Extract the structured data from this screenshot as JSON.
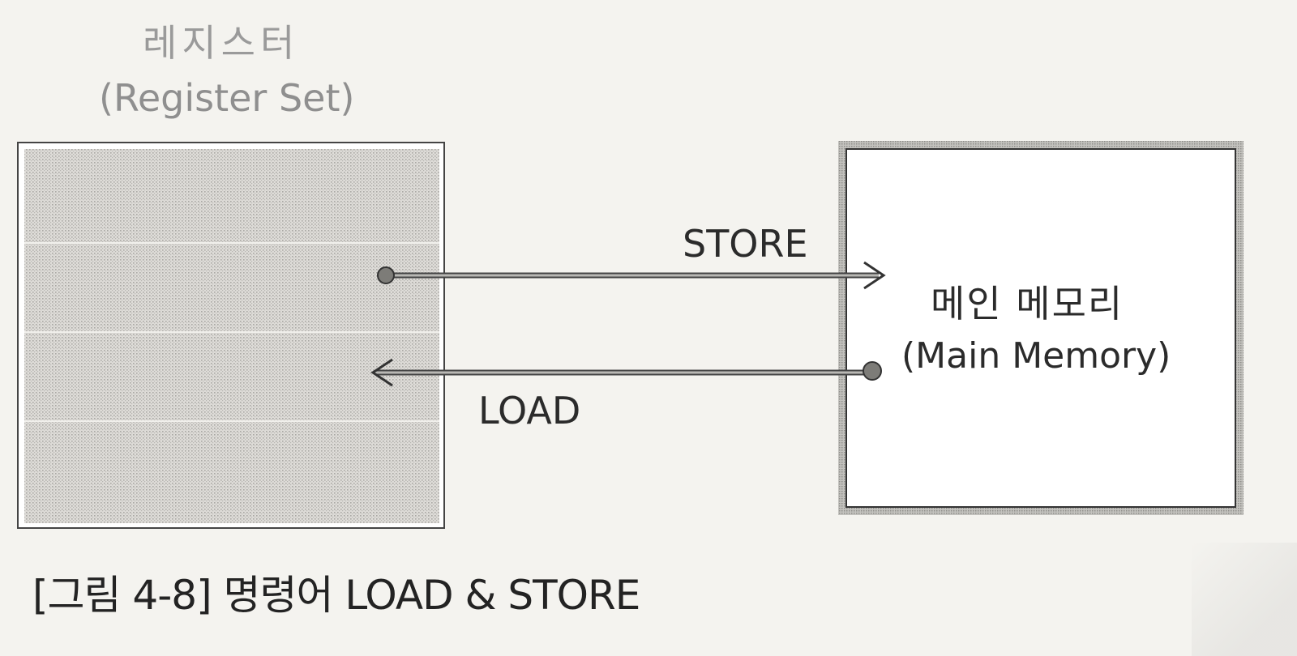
{
  "register": {
    "title_kr": "레지스터",
    "title_en": "(Register Set)"
  },
  "memory": {
    "label_kr": "메인 메모리",
    "label_en": "(Main Memory)"
  },
  "arrows": {
    "store_label": "STORE",
    "load_label": "LOAD"
  },
  "caption": "[그림 4-8] 명령어 LOAD & STORE",
  "colors": {
    "register_fill": "#d9d8d4",
    "memory_border": "#c9c8c4",
    "line": "#333333"
  }
}
